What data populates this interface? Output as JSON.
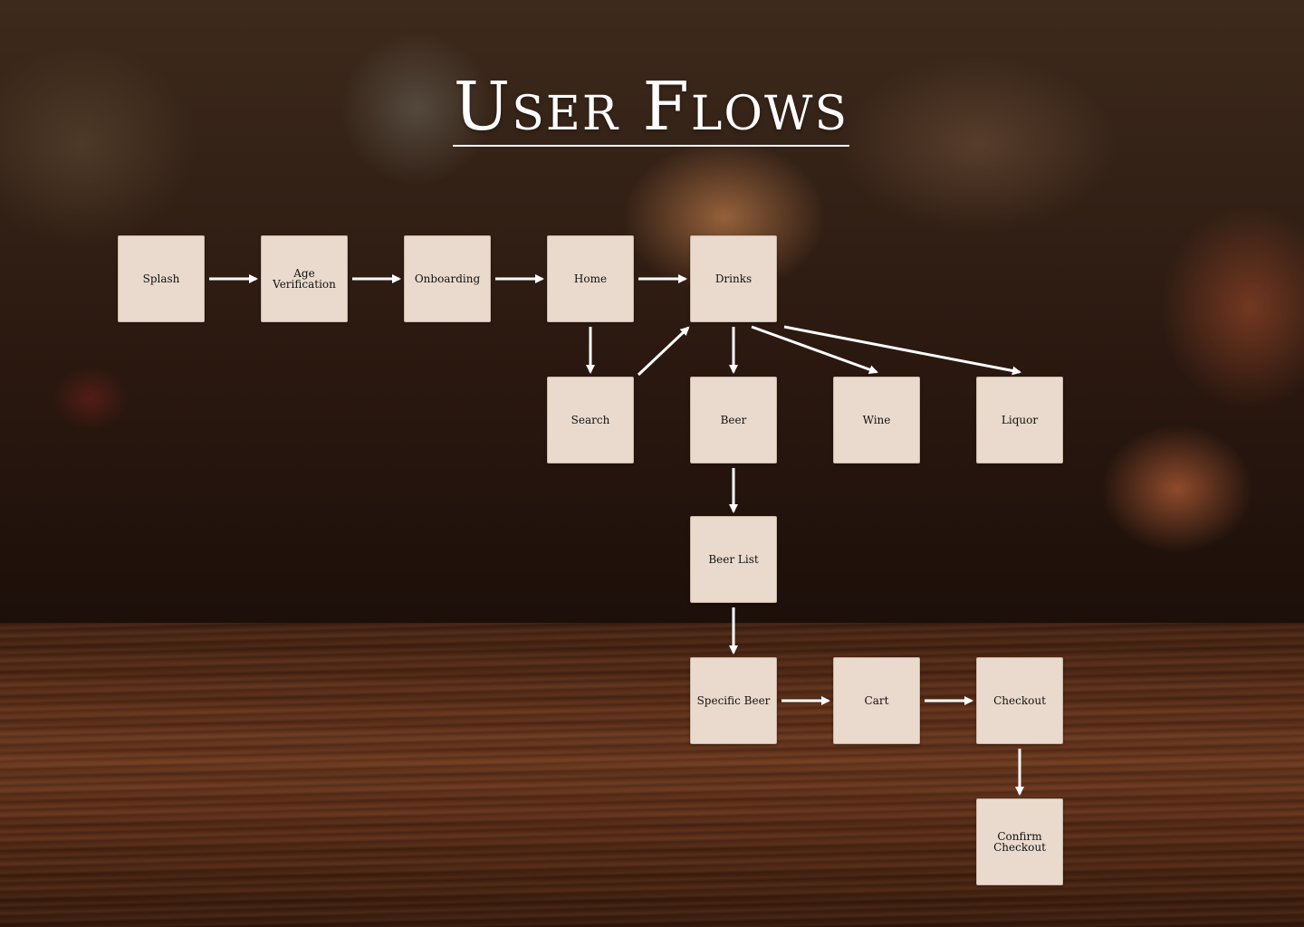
{
  "title": "User Flows",
  "colors": {
    "node_fill": "#e9dacd",
    "node_text": "#111111",
    "arrow": "#ffffff",
    "title": "#ffffff"
  },
  "nodes": {
    "splash": "Splash",
    "age_verification": "Age Verification",
    "onboarding": "Onboarding",
    "home": "Home",
    "drinks": "Drinks",
    "search": "Search",
    "beer": "Beer",
    "wine": "Wine",
    "liquor": "Liquor",
    "beer_list": "Beer List",
    "specific_beer": "Specific Beer",
    "cart": "Cart",
    "checkout": "Checkout",
    "confirm_checkout": "Confirm Checkout"
  },
  "edges": [
    [
      "splash",
      "age_verification"
    ],
    [
      "age_verification",
      "onboarding"
    ],
    [
      "onboarding",
      "home"
    ],
    [
      "home",
      "drinks"
    ],
    [
      "home",
      "search"
    ],
    [
      "search",
      "drinks"
    ],
    [
      "drinks",
      "beer"
    ],
    [
      "drinks",
      "wine"
    ],
    [
      "drinks",
      "liquor"
    ],
    [
      "beer",
      "beer_list"
    ],
    [
      "beer_list",
      "specific_beer"
    ],
    [
      "specific_beer",
      "cart"
    ],
    [
      "cart",
      "checkout"
    ],
    [
      "checkout",
      "confirm_checkout"
    ]
  ]
}
